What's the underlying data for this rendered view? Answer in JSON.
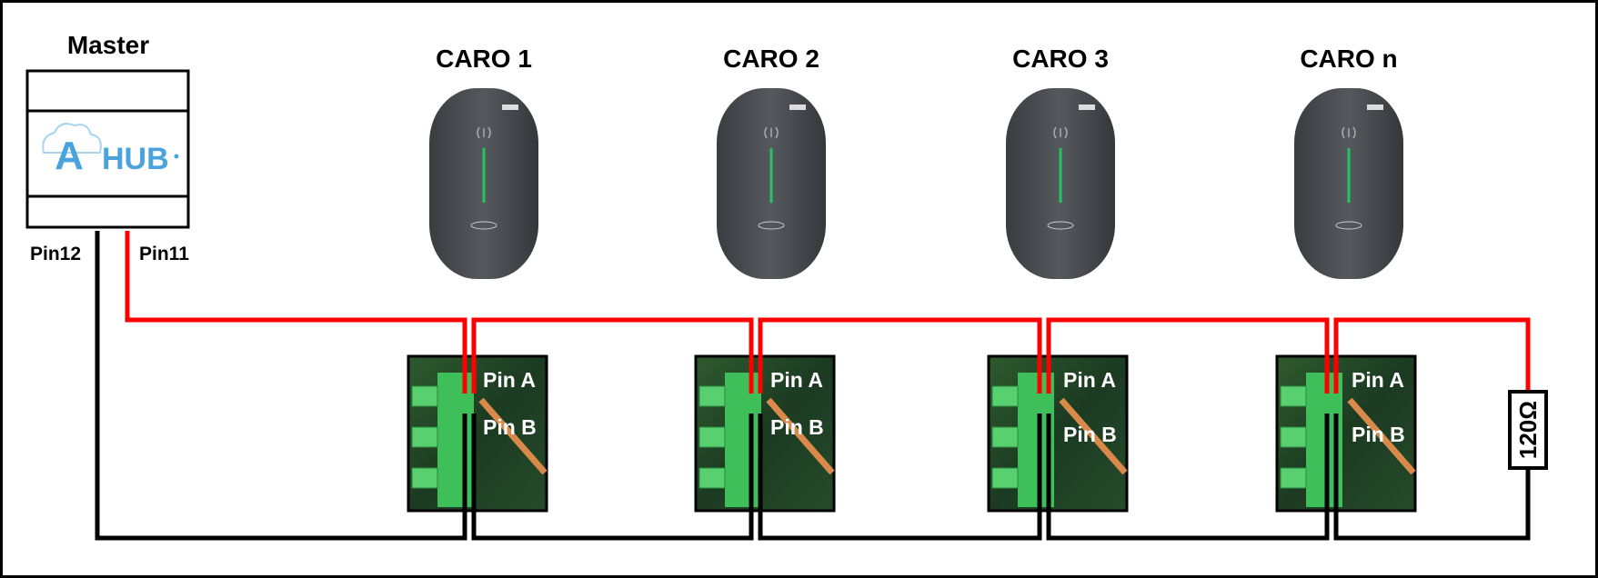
{
  "master": {
    "title": "Master",
    "logo_text": "HUB",
    "logo_letter": "A",
    "pin_black": "Pin12",
    "pin_red": "Pin11"
  },
  "chargers": [
    {
      "title": "CARO 1",
      "pin_a": "Pin A",
      "pin_b": "Pin B"
    },
    {
      "title": "CARO 2",
      "pin_a": "Pin A",
      "pin_b": "Pin B"
    },
    {
      "title": "CARO 3",
      "pin_a": "Pin A",
      "pin_b": "Pin B"
    },
    {
      "title": "CARO n",
      "pin_a": "Pin A",
      "pin_b": "Pin B"
    }
  ],
  "resistor": {
    "label": "120Ω"
  },
  "colors": {
    "wire_a": "#ff0000",
    "wire_b": "#000000",
    "charger_body": "#4a4c51",
    "charger_led": "#22c55e",
    "terminal_green": "#3fbf5a",
    "logo_blue": "#4aa3dd"
  }
}
